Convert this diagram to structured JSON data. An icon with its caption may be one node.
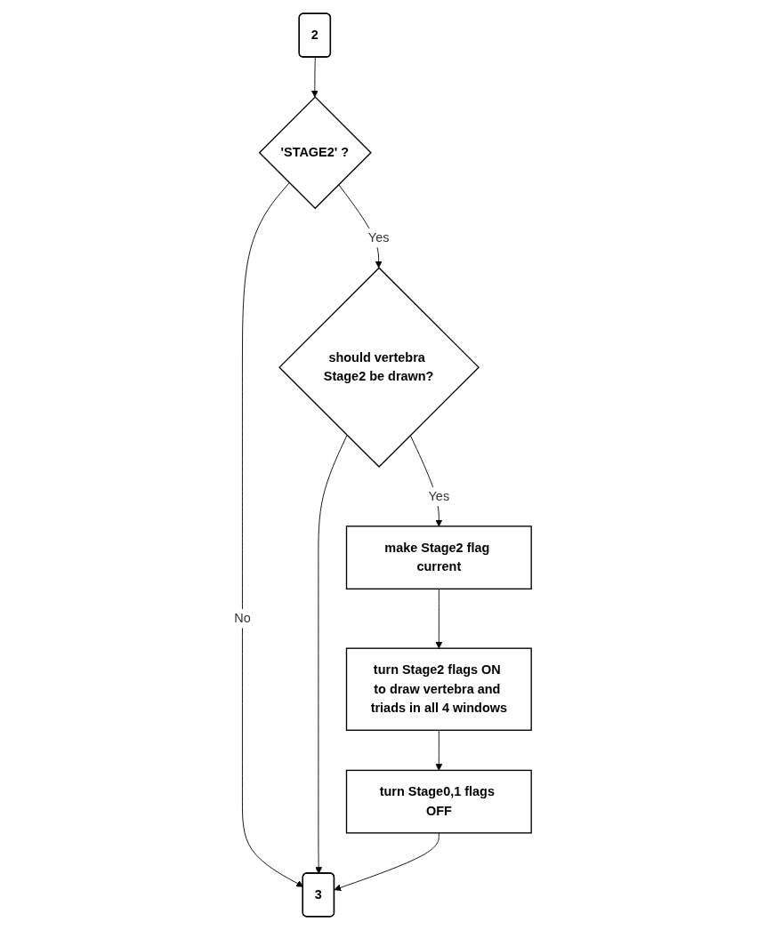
{
  "diagram": {
    "nodes": [
      {
        "text": [
          "2"
        ]
      },
      {
        "text": [
          "'STAGE2' ?"
        ]
      },
      {
        "text": [
          "should vertebra Stage2 be drawn?"
        ]
      },
      {
        "text": [
          "make Stage2 flag current"
        ]
      },
      {
        "text": [
          "turn Stage2 flags ON to draw vertebra and triads in all 4 windows"
        ]
      },
      {
        "text": [
          "turn Stage0,1 flags OFF"
        ]
      },
      {
        "text": [
          "3"
        ]
      }
    ],
    "edges": [
      {
        "from": 0,
        "to": 1,
        "arrow": "to"
      },
      {
        "from": 1,
        "to": 2,
        "arrow": "to",
        "label": "Yes"
      },
      {
        "from": 2,
        "to": 3,
        "arrow": "to",
        "label": "Yes"
      },
      {
        "from": 3,
        "to": 4,
        "arrow": "to"
      },
      {
        "from": 4,
        "to": 5,
        "arrow": "to"
      },
      {
        "from": 1,
        "to": 6,
        "arrow": "to",
        "label": "No"
      },
      {
        "from": 2,
        "to": 6,
        "arrow": "to"
      },
      {
        "from": 5,
        "to": 6,
        "arrow": "to"
      }
    ]
  }
}
